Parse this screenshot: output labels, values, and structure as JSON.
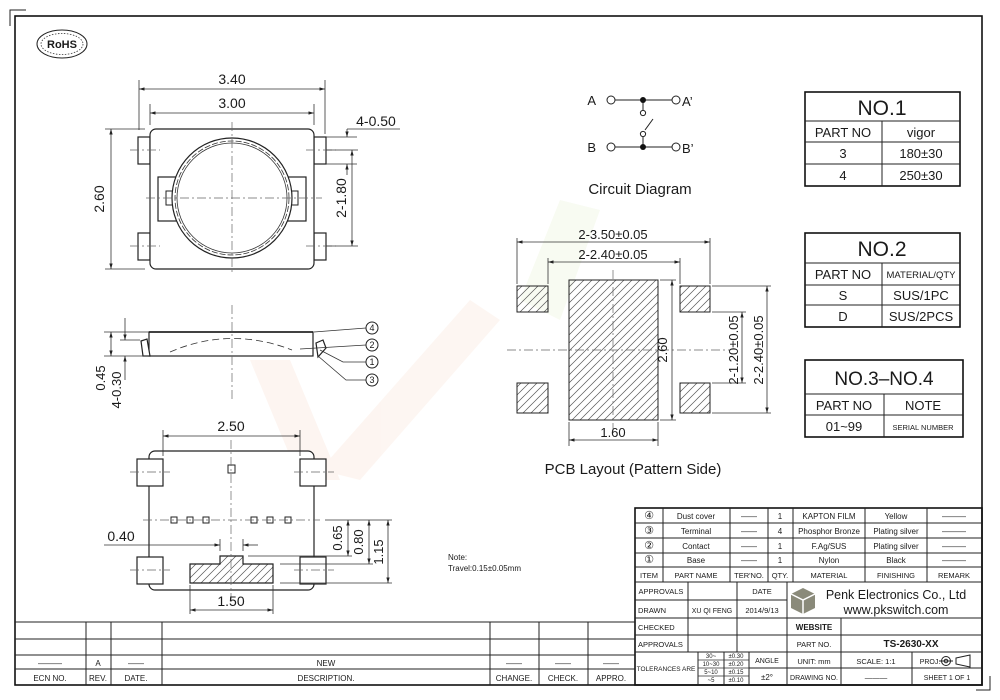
{
  "logo": {
    "rohs": "RoHS"
  },
  "top_view": {
    "dims": {
      "overall_width": "3.40",
      "body_width": "3.00",
      "height": "2.60",
      "terminal_width": "4-0.50",
      "terminal_pitch": "2-1.80"
    }
  },
  "side_view": {
    "dims": {
      "height": "0.45",
      "terminal_thickness": "4-0.30"
    },
    "balloons": [
      "4",
      "2",
      "1",
      "3"
    ]
  },
  "bottom_view": {
    "dims": {
      "pad_span": "2.50",
      "actuator_width": "1.50",
      "gap": "0.40",
      "h1": "0.65",
      "h2": "0.80",
      "h3": "1.15"
    }
  },
  "note": {
    "title": "Note:",
    "text": "Travel:0.15±0.05mm"
  },
  "circuit": {
    "a": "A",
    "a2": "A’",
    "b": "B",
    "b2": "B’",
    "caption": "Circuit Diagram"
  },
  "pcb": {
    "dims": {
      "outer_span": "2-3.50±0.05",
      "inner_span": "2-2.40±0.05",
      "center_height": "2.60",
      "center_width": "1.60",
      "inner_pitch": "2-1.20±0.05",
      "outer_pitch": "2-2.40±0.05"
    },
    "caption": "PCB Layout (Pattern Side)"
  },
  "tables": [
    {
      "title": "NO.1",
      "headers": [
        "PART NO",
        "vigor"
      ],
      "rows": [
        [
          "3",
          "180±30"
        ],
        [
          "4",
          "250±30"
        ]
      ]
    },
    {
      "title": "NO.2",
      "headers": [
        "PART NO",
        "MATERIAL/QTY"
      ],
      "rows": [
        [
          "S",
          "SUS/1PC"
        ],
        [
          "D",
          "SUS/2PCS"
        ]
      ]
    },
    {
      "title": "NO.3–NO.4",
      "headers": [
        "PART NO",
        "NOTE"
      ],
      "rows": [
        [
          "01~99",
          "SERIAL NUMBER"
        ]
      ]
    }
  ],
  "bom": {
    "headers": [
      "ITEM",
      "PART NAME",
      "TER'NO.",
      "QTY.",
      "MATERIAL",
      "FINISHING",
      "REMARK"
    ],
    "rows": [
      [
        "④",
        "Dust cover",
        "——",
        "1",
        "KAPTON FILM",
        "Yellow",
        "———"
      ],
      [
        "③",
        "Terminal",
        "——",
        "4",
        "Phosphor Bronze",
        "Plating silver",
        "———"
      ],
      [
        "②",
        "Contact",
        "——",
        "1",
        "F.Ag/SUS",
        "Plating silver",
        "———"
      ],
      [
        "①",
        "Base",
        "——",
        "1",
        "Nylon",
        "Black",
        "———"
      ]
    ]
  },
  "title_block": {
    "approvals": "APPROVALS",
    "date": "DATE",
    "company": "Penk Electronics Co., Ltd",
    "url": "www.pkswitch.com",
    "drawn_label": "DRAWN",
    "drawn_by": "XU QI FENG",
    "drawn_date": "2014/9/13",
    "checked_label": "CHECKED",
    "approvals_label": "APPROVALS",
    "website_label": "WEBSITE",
    "part_no_label": "PART NO.",
    "part_no": "TS-2630-XX",
    "tolerances_label": "TOLERANCES ARE",
    "tolerances": [
      [
        "30~",
        "±0.30"
      ],
      [
        "10~30",
        "±0.20"
      ],
      [
        "5~10",
        "±0.15"
      ],
      [
        "~5",
        "±0.10"
      ]
    ],
    "angle_label": "ANGLE",
    "angle_tol": "±2°",
    "unit": "UNIT:  mm",
    "scale": "SCALE:   1:1",
    "proj": "PROJ.",
    "drawing_no_label": "DRAWING NO.",
    "drawing_no": "———",
    "sheet": "SHEET  1 OF 1"
  },
  "revision": {
    "row": [
      "———",
      "A",
      "——",
      "NEW",
      "——",
      "——",
      "——"
    ],
    "headers": [
      "ECN NO.",
      "REV.",
      "DATE.",
      "DESCRIPTION.",
      "CHANGE.",
      "CHECK.",
      "APPRO."
    ]
  }
}
